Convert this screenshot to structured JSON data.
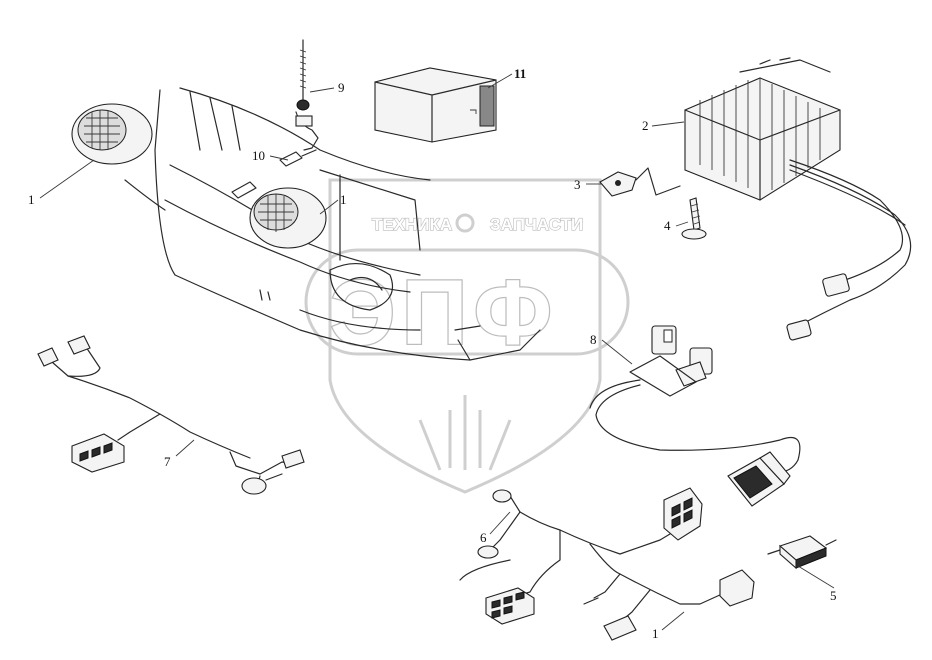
{
  "watermark": {
    "top_text_left": "ТЕХНИКА",
    "top_text_right": "ЗАПЧАСТИ",
    "big_text": "ЭПФ"
  },
  "callouts": [
    {
      "id": "c1a",
      "text": "1"
    },
    {
      "id": "c1b",
      "text": "1"
    },
    {
      "id": "c1c",
      "text": "1"
    },
    {
      "id": "c2",
      "text": "2"
    },
    {
      "id": "c3",
      "text": "3"
    },
    {
      "id": "c4",
      "text": "4"
    },
    {
      "id": "c5",
      "text": "5"
    },
    {
      "id": "c6",
      "text": "6"
    },
    {
      "id": "c7",
      "text": "7"
    },
    {
      "id": "c8",
      "text": "8"
    },
    {
      "id": "c9",
      "text": "9"
    },
    {
      "id": "c10",
      "text": "10"
    },
    {
      "id": "c11",
      "text": "11"
    }
  ]
}
